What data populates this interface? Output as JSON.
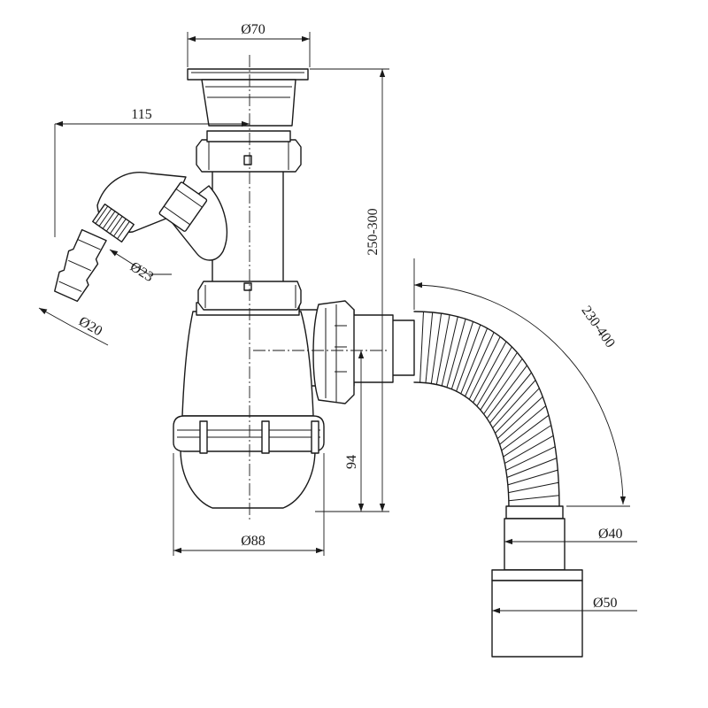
{
  "dimensions": {
    "top_diameter": "Ø70",
    "overflow_reach": "115",
    "overflow_diameter": "Ø23",
    "inlet_diameter": "Ø20",
    "total_height": "250-300",
    "hose_length": "230-400",
    "outlet_height": "94",
    "body_diameter": "Ø88",
    "hose_diameter": "Ø40",
    "outlet_diameter": "Ø50"
  },
  "colors": {
    "line": "#1a1a1a",
    "background": "#ffffff"
  }
}
